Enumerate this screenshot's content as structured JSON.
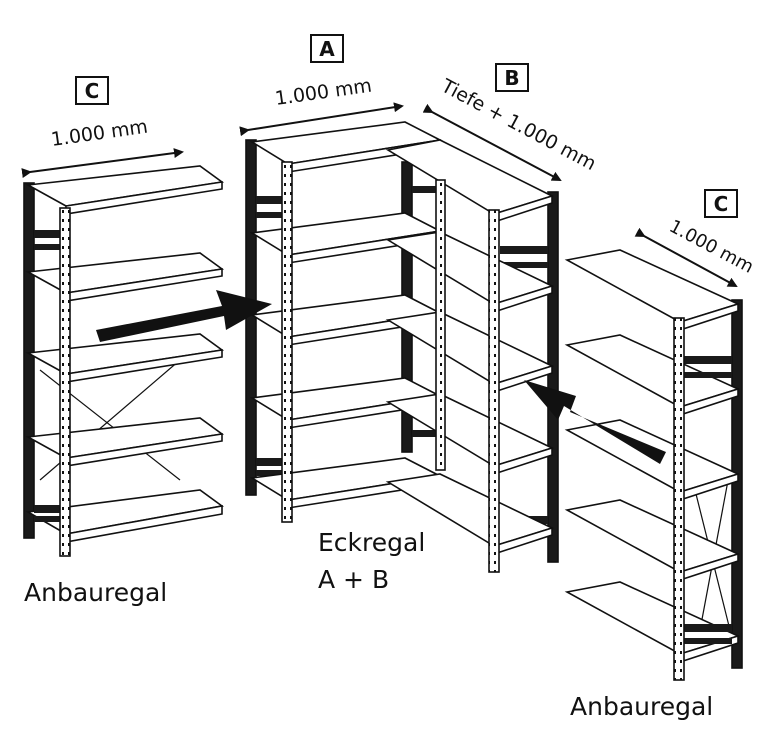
{
  "labels": {
    "box_a": "A",
    "box_b": "B",
    "box_c": "C",
    "dim_a": "1.000 mm",
    "dim_b": "Tiefe + 1.000 mm",
    "dim_c": "1.000 mm",
    "left_unit": "Anbauregal",
    "center_unit_line1": "Eckregal",
    "center_unit_line2": "A + B",
    "right_unit": "Anbauregal"
  },
  "colors": {
    "ink": "#111111",
    "shelf_fill": "#ffffff",
    "post_dark": "#1a1a1a"
  }
}
